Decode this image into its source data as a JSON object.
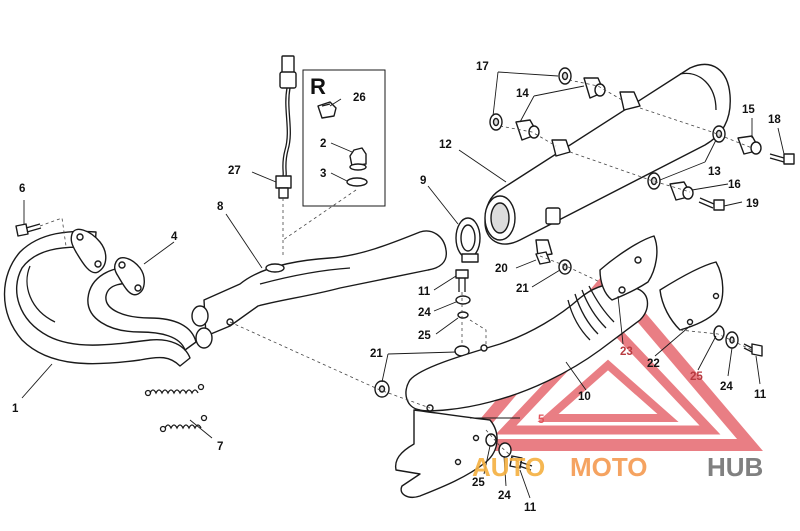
{
  "diagram": {
    "callouts": {
      "c1": "1",
      "c2": "2",
      "c3": "3",
      "c4": "4",
      "c5": "5",
      "c6": "6",
      "c7": "7",
      "c8": "8",
      "c9": "9",
      "c10": "10",
      "c11a": "11",
      "c11b": "11",
      "c11c": "11",
      "c12": "12",
      "c13": "13",
      "c14": "14",
      "c15": "15",
      "c16": "16",
      "c17": "17",
      "c18": "18",
      "c19": "19",
      "c20": "20",
      "c21a": "21",
      "c21b": "21",
      "c22": "22",
      "c23": "23",
      "c24a": "24",
      "c24b": "24",
      "c24c": "24",
      "c25a": "25",
      "c25b": "25",
      "c25c": "25",
      "c26": "26",
      "c27": "27"
    },
    "inset_label": "R",
    "colors": {
      "line": "#1a1a1a",
      "watermark_red": "#e2545b",
      "watermark_orange": "#f5a623",
      "watermark_gray": "#6b6b6b"
    }
  },
  "watermark": {
    "part1": "AUTO",
    "part2": "MOTO",
    "part3": "HUB"
  }
}
